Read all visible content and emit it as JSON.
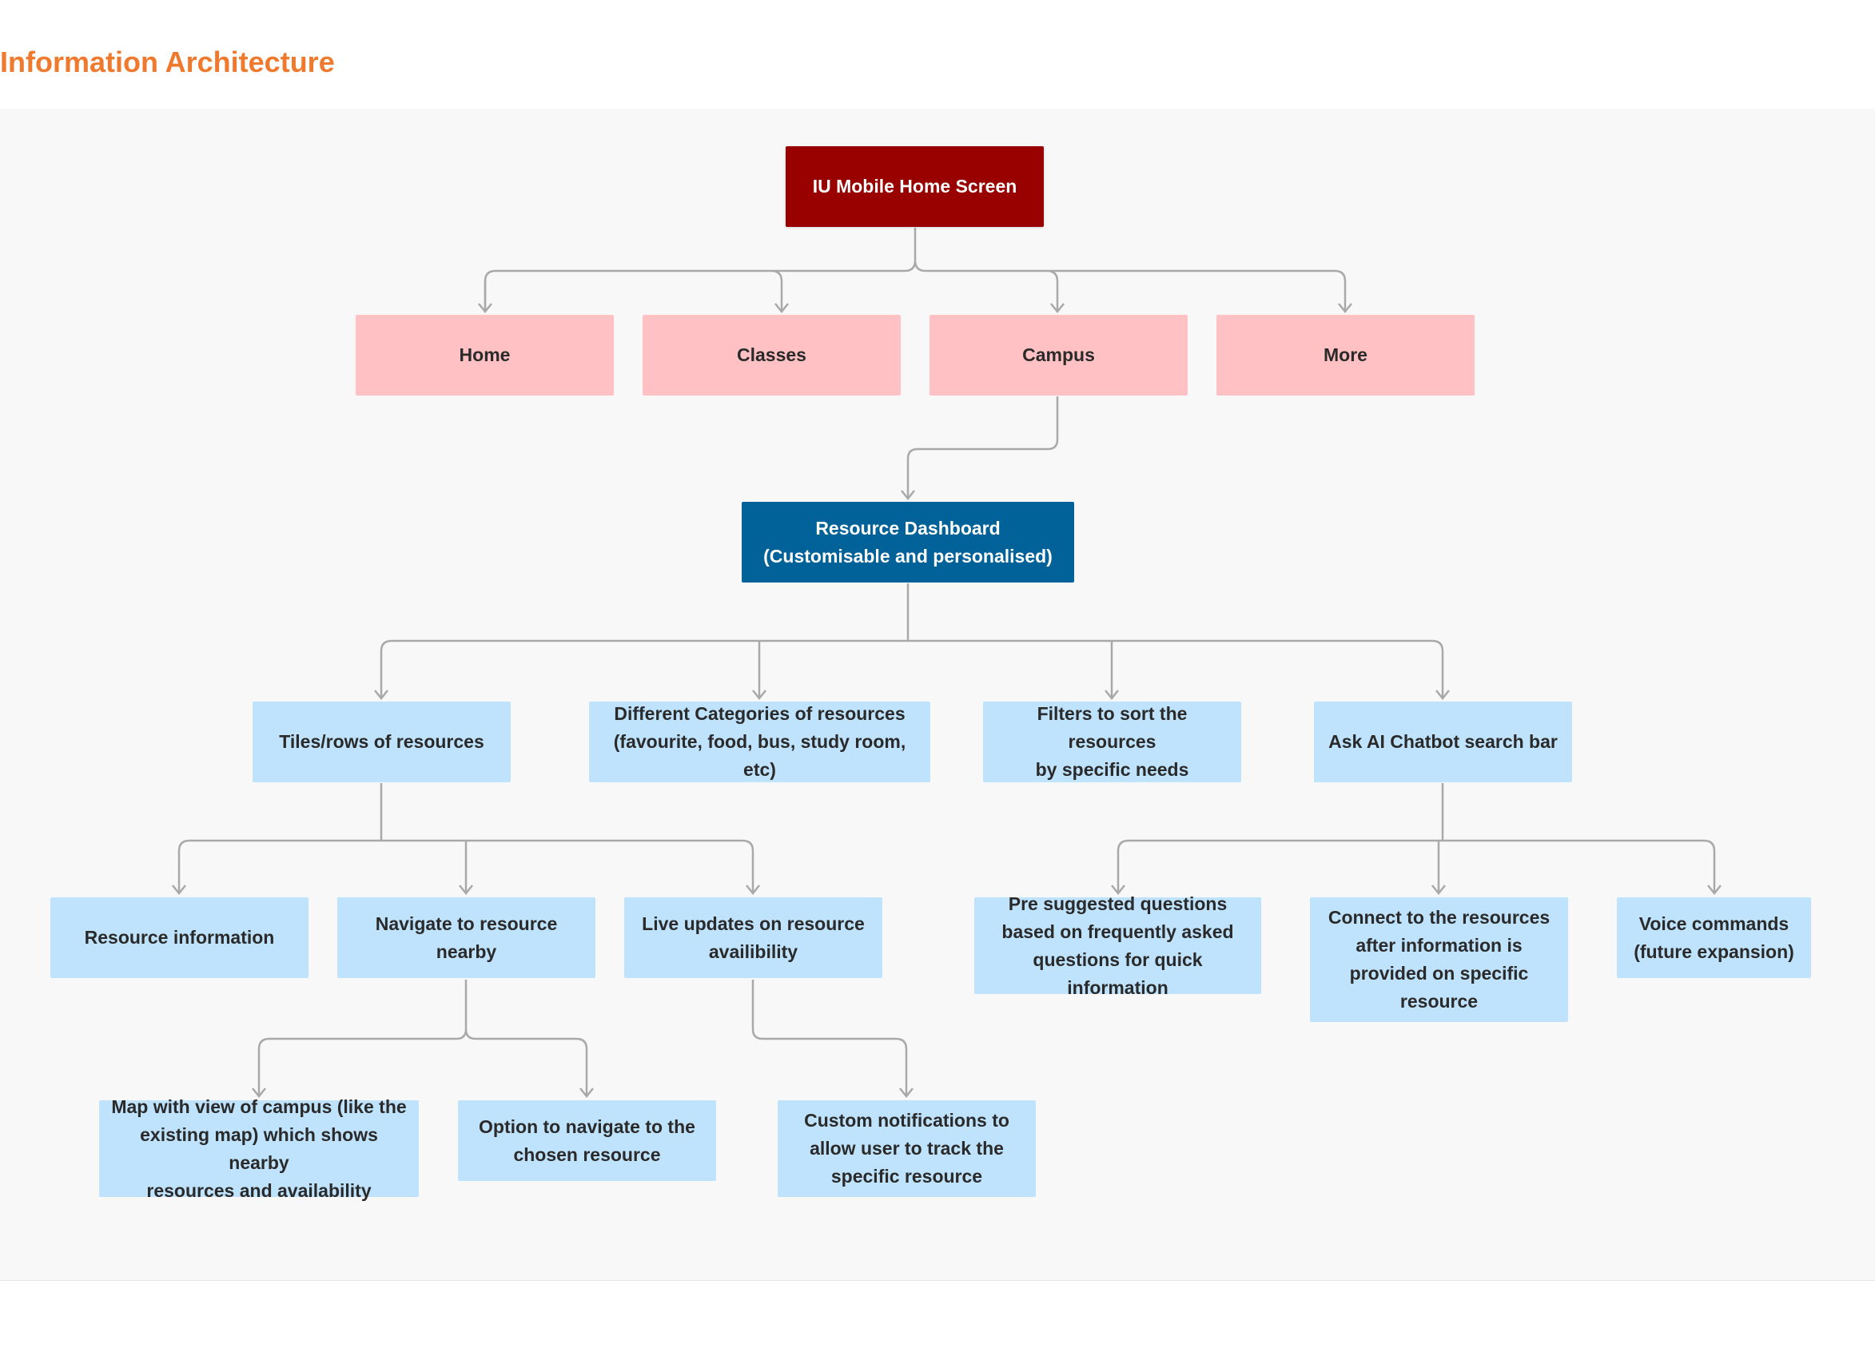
{
  "page": {
    "title": "Information Architecture"
  },
  "colors": {
    "title": "#ef7a2d",
    "root": "#990000",
    "tab": "#ffc1c3",
    "dashboard": "#006298",
    "feature": "#bfe3fc",
    "connector": "#a9a9a9",
    "canvas": "#f8f8f8"
  },
  "diagram": {
    "root": {
      "label": "IU Mobile Home Screen"
    },
    "tabs": [
      {
        "label": "Home"
      },
      {
        "label": "Classes"
      },
      {
        "label": "Campus"
      },
      {
        "label": "More"
      }
    ],
    "dashboard": {
      "label": "Resource Dashboard\n(Customisable and personalised)"
    },
    "features": [
      {
        "label": "Tiles/rows of resources"
      },
      {
        "label": "Different Categories of resources\n(favourite, food, bus, study room, etc)"
      },
      {
        "label": "Filters to sort the resources\nby specific needs"
      },
      {
        "label": "Ask AI Chatbot search bar"
      }
    ],
    "tile_children": [
      {
        "label": "Resource information"
      },
      {
        "label": "Navigate to resource\nnearby"
      },
      {
        "label": "Live updates on resource\navailibility"
      }
    ],
    "chatbot_children": [
      {
        "label": "Pre suggested questions\nbased on frequently asked\nquestions for quick information"
      },
      {
        "label": "Connect to the resources\nafter information is\nprovided on specific\nresource"
      },
      {
        "label": "Voice commands\n(future expansion)"
      }
    ],
    "navigate_children": [
      {
        "label": "Map with view of campus (like the\nexisting map) which shows nearby\nresources and availability"
      },
      {
        "label": "Option to navigate to the\nchosen resource"
      }
    ],
    "live_children": [
      {
        "label": "Custom notifications to\nallow user to track the\nspecific resource"
      }
    ]
  }
}
